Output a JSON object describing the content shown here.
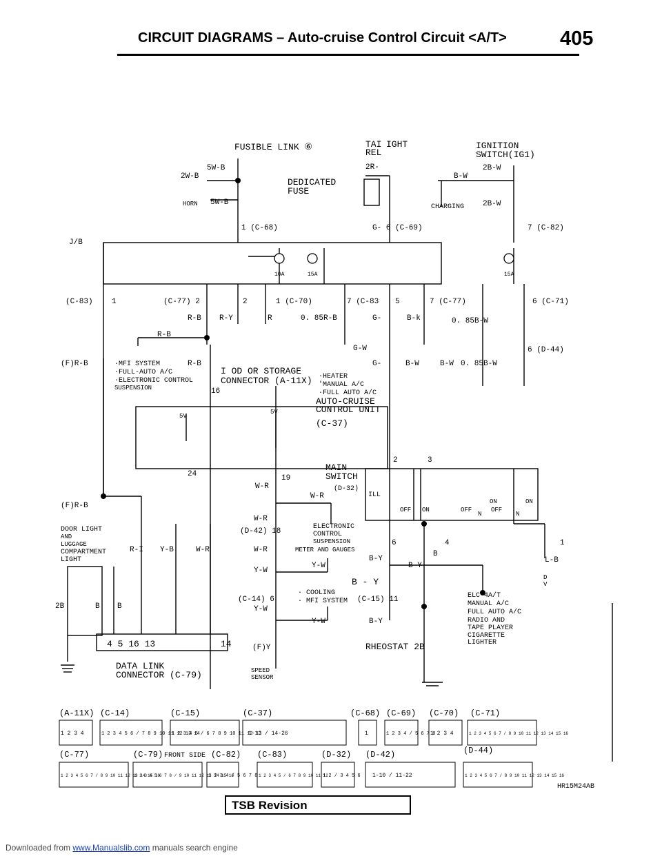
{
  "header": {
    "title": "CIRCUIT DIAGRAMS – Auto-cruise Control Circuit <A/T>",
    "page": "405"
  },
  "footer": {
    "prefix": "Downloaded from ",
    "link": "www.Manualslib.com",
    "suffix": " manuals search engine"
  },
  "tsb": "TSB Revision",
  "figure_code": "HR15M24AB",
  "labels": {
    "fusible_link": "FUSIBLE LINK ⑥",
    "taillight_1": "TAI",
    "taillight_2": "IGHT",
    "rel": "REL",
    "ignition_1": "IGNITION",
    "ignition_2": "SWITCH(IG1)",
    "w_2wb": "2W-B",
    "w_5wb_a": "5W-B",
    "w_5wb_b": "5W-B",
    "horn": "HORN",
    "dedicated_1": "DEDICATED",
    "dedicated_2": "FUSE",
    "w_2r": "2R-",
    "w_bw": "B-W",
    "w_2bw_a": "2B-W",
    "w_2bw_b": "2B-W",
    "charging": "CHARGING",
    "conn_c68": "1 (C-68)",
    "conn_c69": "G-  6 (C-69)",
    "conn_c82": "7 (C-82)",
    "jb": "J/B",
    "fuse19": "10A",
    "fuse17": "15A",
    "fuse11": "15A",
    "c83_1": "(C-83)",
    "pin1": "1",
    "c77_2": "(C-77)  2",
    "pin2": "2",
    "c70_1": "1 (C-70)",
    "c83_7": "7 (C-83",
    "pin5": "5",
    "c77_7": "7 (C-77)",
    "c71_6": "6 (C-71)",
    "w_rb_a": "R-B",
    "w_ry": "R-Y",
    "w_r": "R",
    "w_085rb": "0. 85R-B",
    "w_g": "G-",
    "w_bk": "B-k",
    "w_085bw_a": "0. 85B-W",
    "w_rb_b": "R-B",
    "c44_6": "6 (D-44)",
    "w_gw": "G-W",
    "fr_rb": "(F)R-B",
    "mfi_1": "·MFI SYSTEM",
    "mfi_2": "·FULL-AUTO A/C",
    "mfi_3": "·ELECTRONIC CONTROL",
    "mfi_4": "SUSPENSION",
    "w_rb_c": "R-B",
    "ior_1": "I OD OR STORAGE",
    "ior_2": "CONNECTOR (A-11X)",
    "pin16": "16",
    "w_g2": "G-",
    "w_bw2": "B-W",
    "w_bw3": "B-W",
    "w_085bw_b": "0. 85B-W",
    "heater_1": "·HEATER",
    "heater_2": "'MANUAL A/C",
    "heater_3": "·FULL AUTO A/C",
    "acu_1": "AUTO-CRUISE",
    "acu_2": "CONTROL  UNIT",
    "acu_3": "(C-37)",
    "v5a": "5V",
    "v5b": "5V",
    "pin24": "24",
    "pin19": "19",
    "w_wr_a": "W-R",
    "main_1": "MAIN",
    "main_2": "SWITCH",
    "main_3": "(D-32)",
    "pin2b": "2",
    "pin3": "3",
    "fr_rb2": "(F)R-B",
    "w_wr_b": "W-R",
    "ill": "ILL",
    "off1": "OFF",
    "on1": "ON",
    "off2": "OFF",
    "n1": "N",
    "on2": "ON",
    "off3": "OFF",
    "on3": "ON",
    "n2": "N",
    "door_1": "DOOR LIGHT",
    "door_2": "AND",
    "door_3": "LUGGAGE",
    "door_4": "COMPARTMENT",
    "door_5": "LIGHT",
    "w_rl": "R-I",
    "w_yb": "Y-B",
    "w_wr_c": "W-R",
    "w_wr_d": "W-R",
    "d42_18": "(D-42) 18",
    "w_wr_e": "W-R",
    "elec_1": "ELECTRONIC",
    "elec_2": "CONTROL",
    "elec_3": "SUSPENSION",
    "elec_4": "METER AND GAUGES",
    "pin6": "6",
    "pin4": "4",
    "pin1b": "1",
    "w_by_a": "B-Y",
    "w_b": "B",
    "w_lb": "L-B",
    "w_yw_a": "Y-W",
    "w_by_b": "B-Y",
    "w_yw_b": "Y-W",
    "w_b_y": "B - Y",
    "d_lbl": "D",
    "v_lbl": "V",
    "c14_6": "(C-14) 6",
    "cool_1": "· COOLING",
    "cool_2": "· MFI SYSTEM",
    "c15_11": "(C-15) 11",
    "w_yw_c": "Y-W",
    "w_2b": "2B",
    "w_b1": "B",
    "w_b2": "B",
    "elc_1": "ELC-4A/T",
    "elc_2": "MANUAL A/C",
    "elc_3": "FULL AUTO A/C",
    "elc_4": "RADIO AND",
    "elc_5": "TAPE PLAYER",
    "elc_6": "CIGARETTE",
    "elc_7": "LIGHTER",
    "w_yw_d": "Y-W",
    "w_by_c": "B-Y",
    "pins_row": "4    5    16        13",
    "pin14": "14",
    "fy": "(F)Y",
    "rheostat": "RHEOSTAT  2B",
    "dlc_1": "DATA LINK",
    "dlc_2": "CONNECTOR (C-79)",
    "speed_1": "SPEED",
    "speed_2": "SENSOR"
  },
  "connectors": {
    "a11x": "(A-11X)",
    "c14": "(C-14)",
    "c15": "(C-15)",
    "c37": "(C-37)",
    "c68": "(C-68)",
    "c69": "(C-69)",
    "c70": "(C-70)",
    "c71": "(C-71)",
    "c77": "(C-77)",
    "c79": "(C-79)",
    "front_side": "FRONT SIDE",
    "c82": "(C-82)",
    "c83": "(C-83)",
    "d32": "(D-32)",
    "d42": "(D-42)",
    "d44": "(D-44)"
  },
  "connector_pins": {
    "a11x": "1 2 3 4",
    "c14": "1 2 3 4 5 6 / 7 8 9 10 11 12 13 14",
    "c15": "1 2 3 4 5 / 6 7 8 9 10 11 12 13",
    "c37": "1-13 / 14-26",
    "c68": "1",
    "c69": "1 2 3 4 / 5 6 7 8",
    "c70": "1 2 3 4",
    "c71": "1 2 3 4 5 6 7 / 8 9 10 11 12 13 14 15 16",
    "c77": "1 2 3 4 5 6 7 / 8 9 10 11 12 13 14 15 16",
    "c79": "1 2 3 4 5 6 7 8 / 9 10 11 12 13 14 15 16",
    "c82": "1 2 3 4 / 5 6 7 8",
    "c83": "1 2 3 4 5 / 6 7 8 9 10 11 12",
    "d32": "1 2 / 3 4 5 6",
    "d42": "1-10 / 11-22",
    "d44": "1 2 3 4 5 6 7 / 8 9 10 11 12 13 14 15 16"
  }
}
